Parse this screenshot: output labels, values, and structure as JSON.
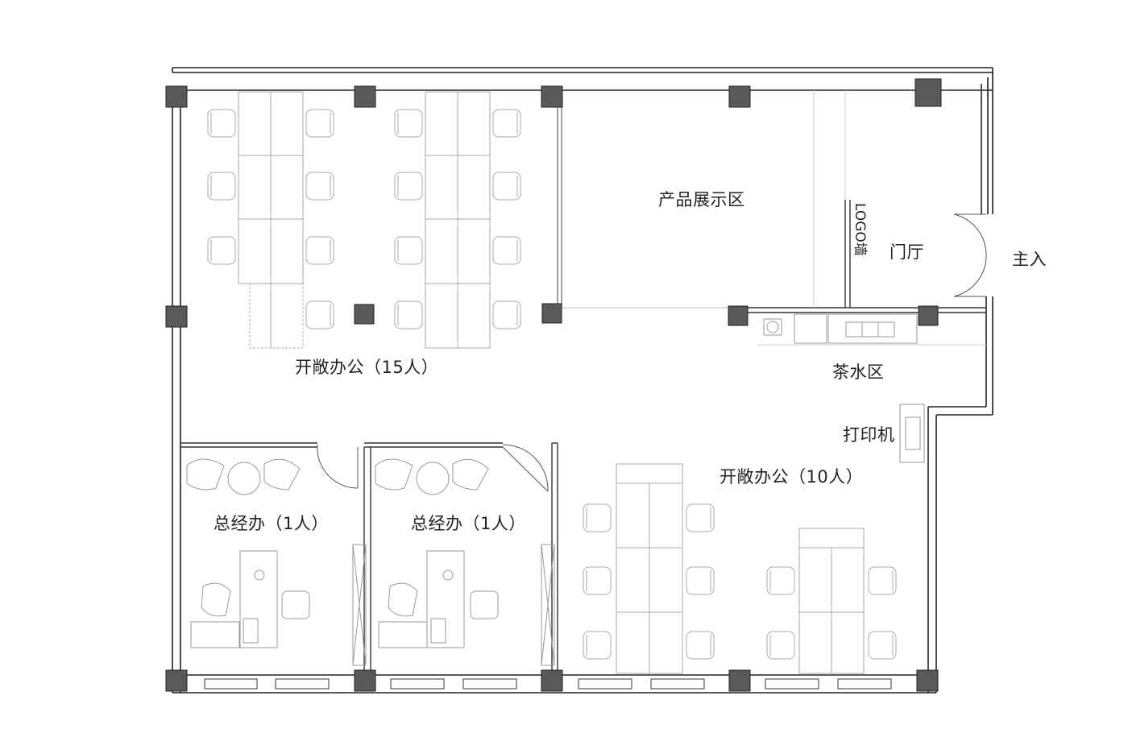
{
  "rooms": {
    "open_office_15": "开敞办公（15人）",
    "product_display": "产品展示区",
    "logo_wall": "LOGO墙",
    "lobby": "门厅",
    "main_entrance": "主入",
    "tea_area": "茶水区",
    "printer": "打印机",
    "open_office_10": "开敞办公（10人）",
    "gm_office_1": "总经办（1人）",
    "gm_office_2": "总经办（1人）"
  },
  "colors": {
    "wall": "#222222",
    "column_fill": "#5a5a5a",
    "furniture": "#9a9a9a",
    "glass": "#444444"
  }
}
